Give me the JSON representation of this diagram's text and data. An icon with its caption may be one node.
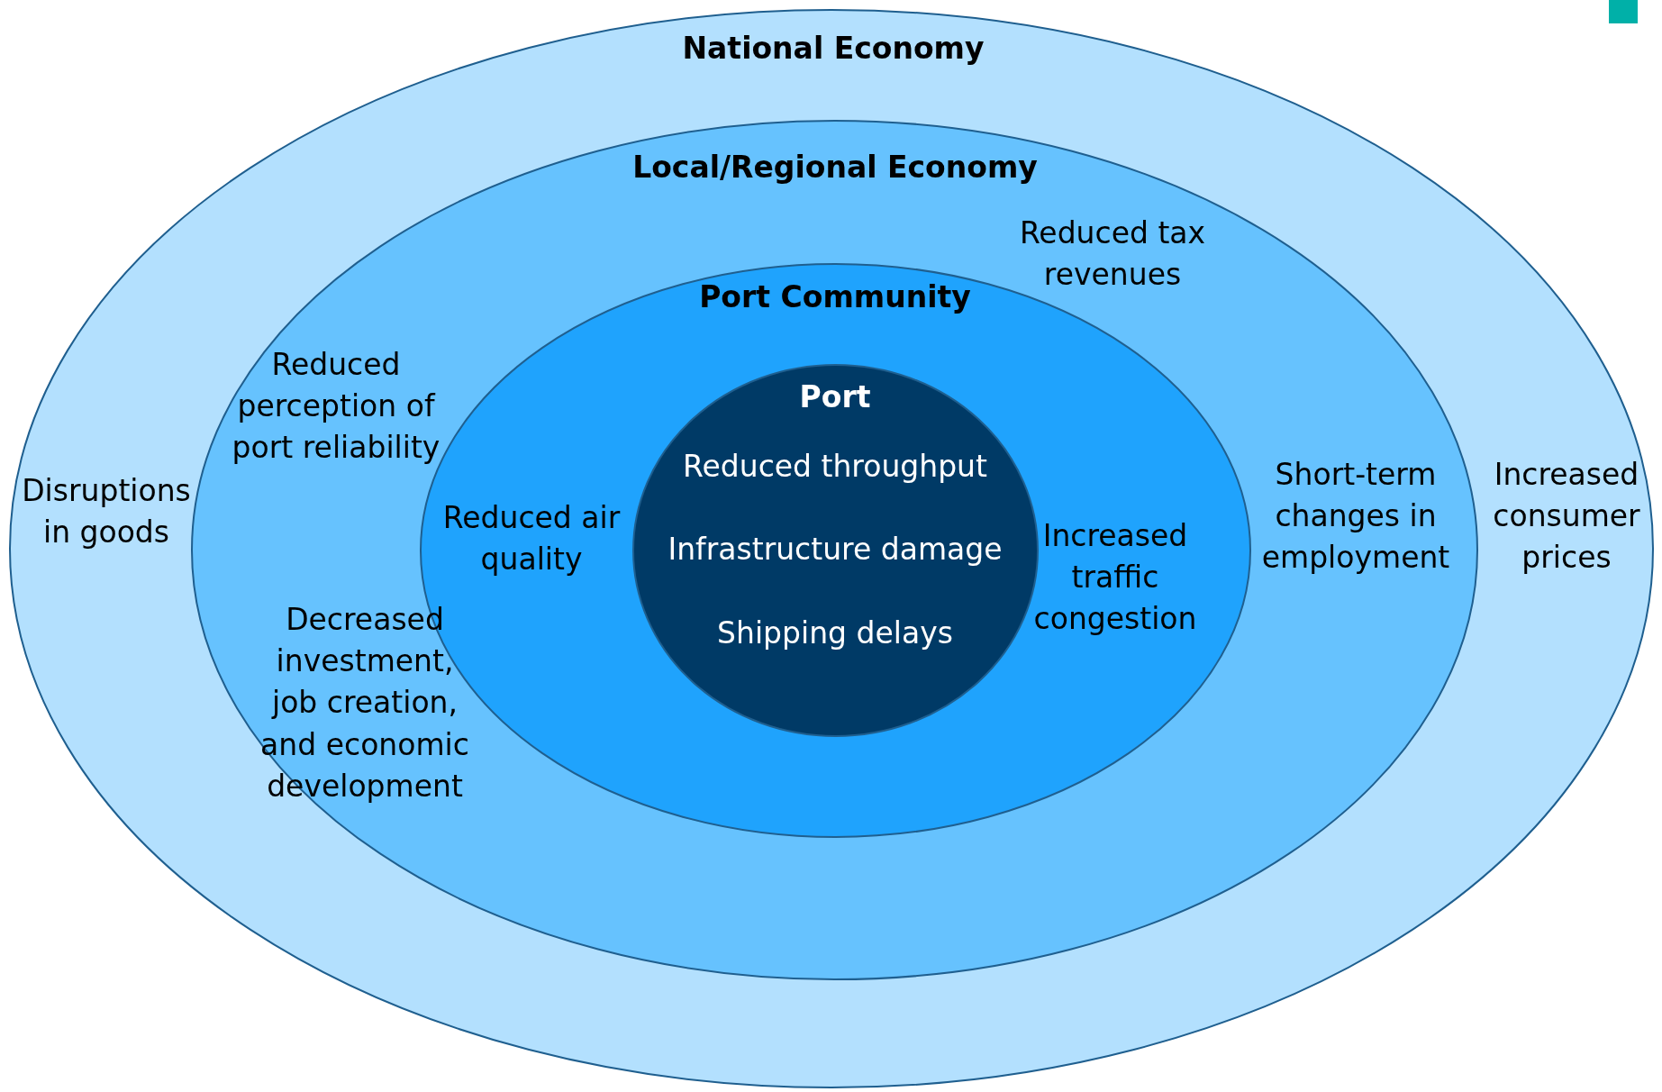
{
  "diagram": {
    "nodes": [
      {
        "text": [
          "National Economy",
          "Disruptions in goods",
          "Increased consumer prices"
        ]
      },
      {
        "text": [
          "Local/Regional Economy",
          "Reduced tax revenues",
          "Reduced perception of port reliability",
          "Short-term changes in employment",
          "Decreased investment, job creation, and economic development"
        ],
        "in": 0
      },
      {
        "text": [
          "Port Community",
          "Reduced air quality",
          "Increased traffic congestion"
        ],
        "in": 1
      },
      {
        "text": [
          "Port",
          "Reduced throughput",
          "Infrastructure damage",
          "Shipping delays"
        ],
        "in": 2
      }
    ]
  }
}
